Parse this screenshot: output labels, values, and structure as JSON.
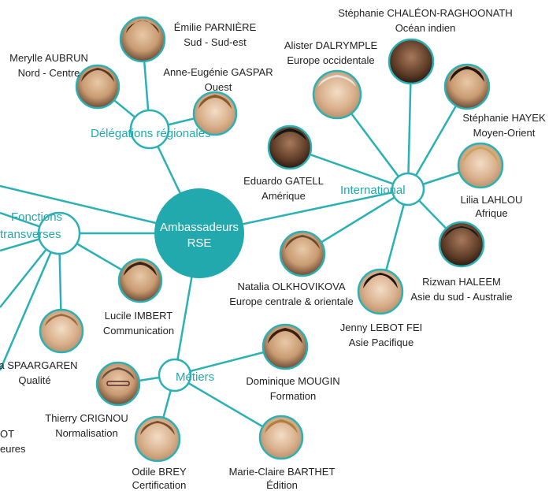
{
  "colors": {
    "teal": "#22a9ad",
    "line": "#2bb1b5",
    "text": "#222222",
    "white": "#ffffff"
  },
  "center": {
    "line1": "Ambassadeurs",
    "line2": "RSE"
  },
  "hubs": {
    "delegations": "Délégations régionales",
    "international": "International",
    "fonctions_line1": "Fonctions",
    "fonctions_line2": "transverses",
    "metiers": "Métiers"
  },
  "people": {
    "parniere": {
      "name": "Émilie PARNIÈRE",
      "role": "Sud - Sud-est"
    },
    "aubrun": {
      "name": "Merylle AUBRUN",
      "role": "Nord - Centre"
    },
    "gaspar": {
      "name": "Anne-Eugénie GASPAR",
      "role": "Ouest"
    },
    "raghoonath": {
      "name": "Stéphanie CHALÉON-RAGHOONATH",
      "role": "Océan indien"
    },
    "dalrymple": {
      "name": "Alister DALRYMPLE",
      "role": "Europe occidentale"
    },
    "hayek": {
      "name": "Stéphanie HAYEK",
      "role": "Moyen-Orient"
    },
    "gatell": {
      "name": "Eduardo GATELL",
      "role": "Amérique"
    },
    "lahlou": {
      "name": "Lilia LAHLOU",
      "role": "Afrique"
    },
    "haleem": {
      "name": "Rizwan HALEEM",
      "role": "Asie du sud - Australie"
    },
    "olkhovikova": {
      "name": "Natalia OLKHOVIKOVA",
      "role": "Europe centrale & orientale"
    },
    "lebot": {
      "name": "Jenny LEBOT FEI",
      "role": "Asie Pacifique"
    },
    "imbert": {
      "name": "Lucile IMBERT",
      "role": "Communication"
    },
    "spaargaren": {
      "name": "ia SPAARGAREN",
      "role": "Qualité"
    },
    "crignou": {
      "name": "Thierry CRIGNOU",
      "role": "Normalisation"
    },
    "mougin": {
      "name": "Dominique MOUGIN",
      "role": "Formation"
    },
    "brey": {
      "name": "Odile BREY",
      "role": "Certification"
    },
    "barthet": {
      "name": "Marie-Claire BARTHET",
      "role": "Édition"
    },
    "cutoff": {
      "name": "OT",
      "role": "eures"
    }
  }
}
